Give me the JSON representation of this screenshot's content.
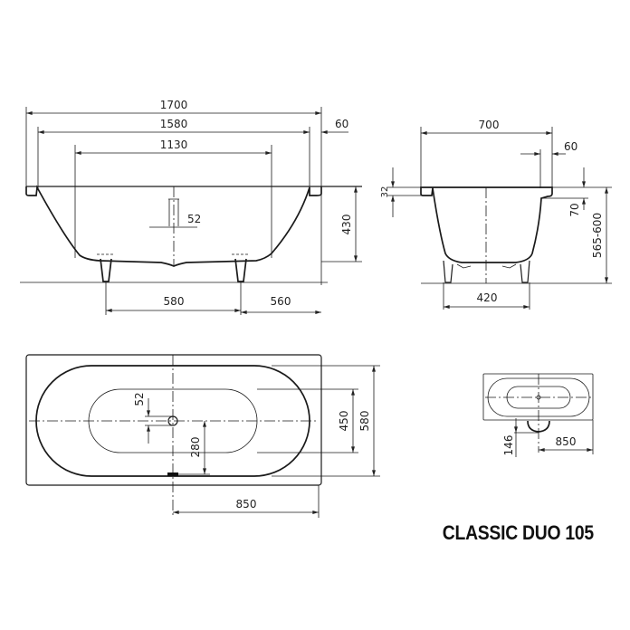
{
  "title": "CLASSIC DUO 105",
  "views": {
    "front": {
      "total_length": "1700",
      "inner_length_top": "1580",
      "bottom_length": "1130",
      "rim_width": "60",
      "depth": "430",
      "drain_offset": "52",
      "foot_spacing_left": "580",
      "foot_spacing_right": "560"
    },
    "side": {
      "total_width": "700",
      "rim_width": "60",
      "rim_thickness": "32",
      "rim_drop": "70",
      "height": "565-600",
      "foot_spacing": "420"
    },
    "top": {
      "drain_offset": "52",
      "drain_to_edge": "280",
      "inner_width": "450",
      "total_width": "580",
      "center_to_end": "850"
    },
    "detail": {
      "overflow_offset": "146",
      "center_to_end": "850"
    }
  }
}
